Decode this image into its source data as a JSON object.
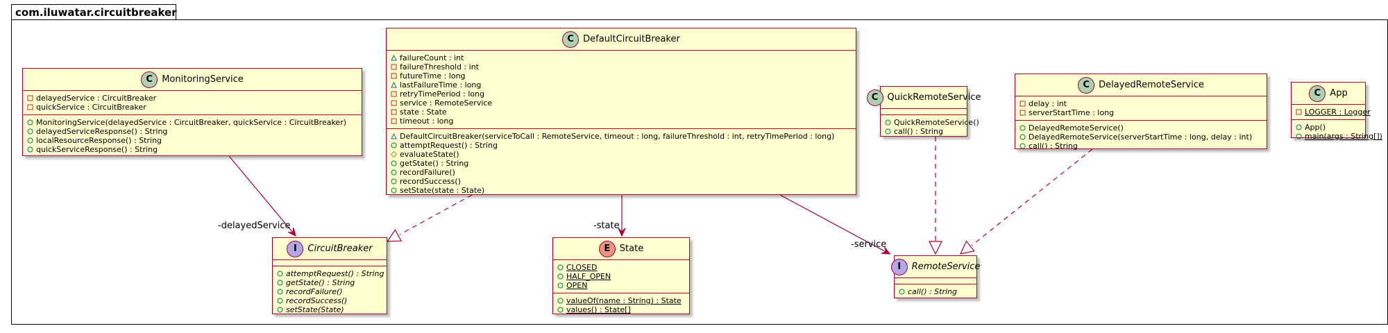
{
  "package": {
    "name": "com.iluwatar.circuitbreaker"
  },
  "colors": {
    "class_fill": "#FEFECE",
    "border": "#A80036",
    "class_badge": "#ADD1B2",
    "interface_badge": "#B4A7E5",
    "enum_badge": "#EB937F",
    "arrow": "#A80036",
    "public_vis": "#038048",
    "private_vis": "#C82930",
    "package_vis": "#1963A0",
    "protected_vis": "#FFFF44"
  },
  "classes": {
    "monitoring": {
      "badge": "C",
      "name": "MonitoringService",
      "fields": [
        {
          "vis": "private",
          "text": "delayedService : CircuitBreaker"
        },
        {
          "vis": "private",
          "text": "quickService : CircuitBreaker"
        }
      ],
      "methods": [
        {
          "vis": "public",
          "text": "MonitoringService(delayedService : CircuitBreaker, quickService : CircuitBreaker)"
        },
        {
          "vis": "public",
          "text": "delayedServiceResponse() : String"
        },
        {
          "vis": "public",
          "text": "localResourceResponse() : String"
        },
        {
          "vis": "public",
          "text": "quickServiceResponse() : String"
        }
      ]
    },
    "default_cb": {
      "badge": "C",
      "name": "DefaultCircuitBreaker",
      "fields": [
        {
          "vis": "package",
          "text": "failureCount : int"
        },
        {
          "vis": "private",
          "text": "failureThreshold : int"
        },
        {
          "vis": "private",
          "text": "futureTime : long"
        },
        {
          "vis": "package",
          "text": "lastFailureTime : long"
        },
        {
          "vis": "private",
          "text": "retryTimePeriod : long"
        },
        {
          "vis": "private",
          "text": "service : RemoteService"
        },
        {
          "vis": "private",
          "text": "state : State"
        },
        {
          "vis": "private",
          "text": "timeout : long"
        }
      ],
      "methods": [
        {
          "vis": "package",
          "text": "DefaultCircuitBreaker(serviceToCall : RemoteService, timeout : long, failureThreshold : int, retryTimePeriod : long)"
        },
        {
          "vis": "public",
          "text": "attemptRequest() : String"
        },
        {
          "vis": "protected",
          "text": "evaluateState()"
        },
        {
          "vis": "public",
          "text": "getState() : String"
        },
        {
          "vis": "public",
          "text": "recordFailure()"
        },
        {
          "vis": "public",
          "text": "recordSuccess()"
        },
        {
          "vis": "public",
          "text": "setState(state : State)"
        }
      ]
    },
    "quick": {
      "badge": "C",
      "name": "QuickRemoteService",
      "fields": [],
      "methods": [
        {
          "vis": "public",
          "text": "QuickRemoteService()"
        },
        {
          "vis": "public",
          "text": "call() : String"
        }
      ]
    },
    "delayed": {
      "badge": "C",
      "name": "DelayedRemoteService",
      "fields": [
        {
          "vis": "private",
          "text": "delay : int"
        },
        {
          "vis": "private",
          "text": "serverStartTime : long"
        }
      ],
      "methods": [
        {
          "vis": "public",
          "text": "DelayedRemoteService()"
        },
        {
          "vis": "public",
          "text": "DelayedRemoteService(serverStartTime : long, delay : int)"
        },
        {
          "vis": "public",
          "text": "call() : String"
        }
      ]
    },
    "app": {
      "badge": "C",
      "name": "App",
      "fields": [
        {
          "vis": "private",
          "text": "LOGGER : Logger",
          "static": true
        }
      ],
      "methods": [
        {
          "vis": "public",
          "text": "App()"
        },
        {
          "vis": "public",
          "text": "main(args : String[])",
          "static": true
        }
      ]
    },
    "circuit_breaker": {
      "badge": "I",
      "name": "CircuitBreaker",
      "fields": [],
      "methods": [
        {
          "vis": "public",
          "text": "attemptRequest() : String",
          "abstract": true
        },
        {
          "vis": "public",
          "text": "getState() : String",
          "abstract": true
        },
        {
          "vis": "public",
          "text": "recordFailure()",
          "abstract": true
        },
        {
          "vis": "public",
          "text": "recordSuccess()",
          "abstract": true
        },
        {
          "vis": "public",
          "text": "setState(State)",
          "abstract": true
        }
      ]
    },
    "state": {
      "badge": "E",
      "name": "State",
      "fields": [
        {
          "vis": "public",
          "text": "CLOSED",
          "static": true
        },
        {
          "vis": "public",
          "text": "HALF_OPEN",
          "static": true
        },
        {
          "vis": "public",
          "text": "OPEN",
          "static": true
        }
      ],
      "methods": [
        {
          "vis": "public",
          "text": "valueOf(name : String) : State",
          "static": true
        },
        {
          "vis": "public",
          "text": "values() : State[]",
          "static": true
        }
      ]
    },
    "remote_service": {
      "badge": "I",
      "name": "RemoteService",
      "fields": [],
      "methods": [
        {
          "vis": "public",
          "text": "call() : String",
          "abstract": true
        }
      ]
    }
  },
  "edge_labels": {
    "delayed_service": "-delayedService",
    "state": "-state",
    "service": "-service"
  }
}
